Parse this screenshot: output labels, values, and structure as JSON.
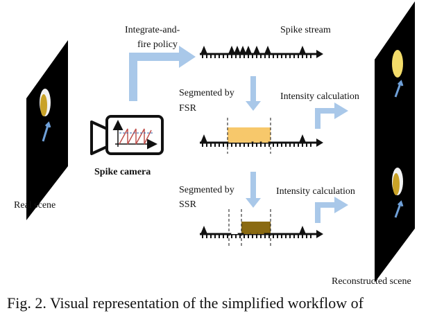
{
  "labels": {
    "integrate_line1": "Integrate-and-",
    "integrate_line2": "fire policy",
    "spike_stream": "Spike stream",
    "segmented_fsr_line1": "Segmented by",
    "segmented_fsr_line2": "FSR",
    "segmented_ssr_line1": "Segmented by",
    "segmented_ssr_line2": "SSR",
    "intensity_1": "Intensity calculation",
    "intensity_2": "Intensity calculation",
    "spike_camera": "Spike camera",
    "real_scene": "Real scene",
    "reconstructed_scene": "Reconstructed scene"
  },
  "caption": "Fig. 2. Visual representation of the simplified workflow of",
  "colors": {
    "arrow_blue": "#a9c8e9",
    "fsr_highlight": "#f7c86b",
    "ssr_highlight": "#8a6a12",
    "ssr_white": "#ffffff",
    "scene_black": "#000000",
    "object_gold": "#c9a227",
    "object_bright": "#f3dc6a",
    "camera_red": "#c0504d",
    "camera_blue": "#2e5fa8"
  },
  "icons": {
    "camera": "spike-camera-icon",
    "scene_panel": "scene-panel-icon"
  }
}
